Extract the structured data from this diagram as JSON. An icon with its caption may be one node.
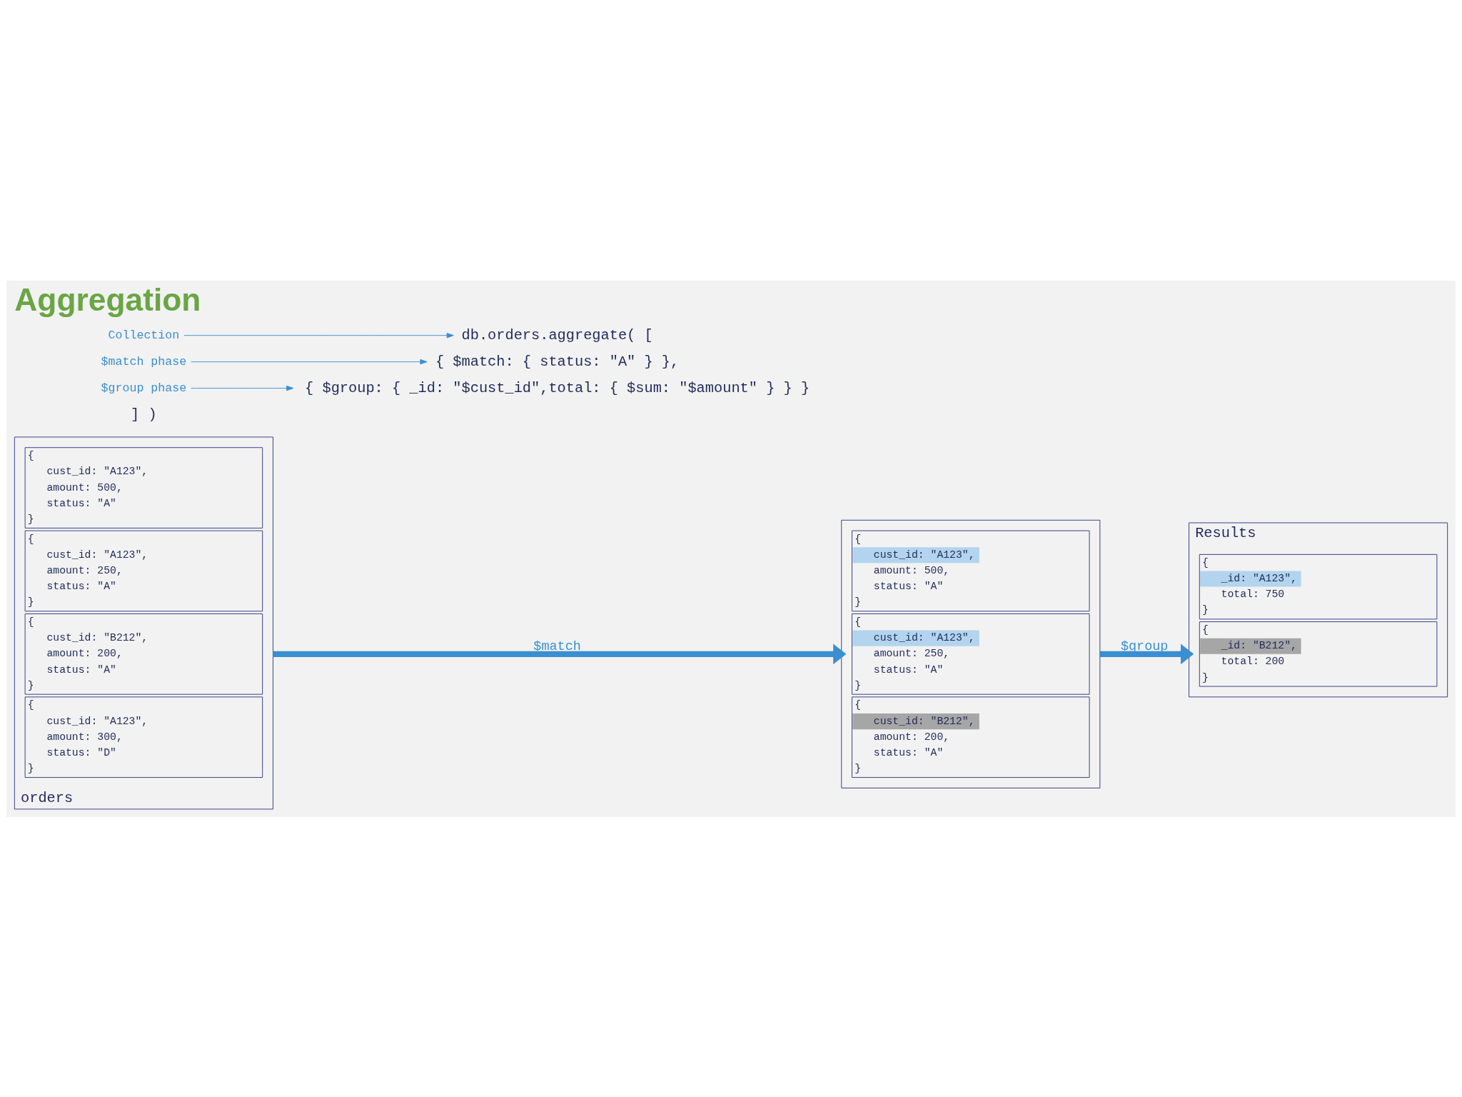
{
  "diagram": {
    "title": "Aggregation",
    "nodes": [
      {
        "text": [
          "Collection"
        ]
      },
      {
        "text": [
          "db.orders.aggregate( ["
        ]
      },
      {
        "text": [
          "$match phase"
        ]
      },
      {
        "text": [
          "{ $match: { status: \"A\" } },"
        ]
      },
      {
        "text": [
          "$group phase"
        ]
      },
      {
        "text": [
          "{ $group: { _id: \"$cust_id\",total: { $sum: \"$amount\" } } }"
        ]
      },
      {
        "text": [],
        "shape": "box",
        "beside": [
          "orders"
        ]
      },
      {
        "text": [
          "{",
          "cust_id: \"A123\",",
          "amount: 500,",
          "status: \"A\"",
          "}"
        ],
        "in": 6
      },
      {
        "text": [
          "{",
          "cust_id: \"A123\",",
          "amount: 250,",
          "status: \"A\"",
          "}"
        ],
        "in": 6
      },
      {
        "text": [
          "{",
          "cust_id: \"B212\",",
          "amount: 200,",
          "status: \"A\"",
          "}"
        ],
        "in": 6
      },
      {
        "text": [
          "{",
          "cust_id: \"A123\",",
          "amount: 300,",
          "status: \"D\"",
          "}"
        ],
        "in": 6
      },
      {
        "text": [],
        "shape": "box"
      },
      {
        "text": [
          "{",
          "cust_id: \"A123\",",
          "amount: 500,",
          "status: \"A\"",
          "}"
        ],
        "in": 11
      },
      {
        "text": [
          "{",
          "cust_id: \"A123\",",
          "amount: 250,",
          "status: \"A\"",
          "}"
        ],
        "in": 11
      },
      {
        "text": [
          "{",
          "cust_id: \"B212\",",
          "amount: 200,",
          "status: \"A\"",
          "}"
        ],
        "in": 11
      },
      {
        "text": [
          "Results"
        ]
      },
      {
        "text": [
          "{",
          "_id: \"A123\",",
          "total: 750",
          "}"
        ],
        "in": 15
      },
      {
        "text": [
          "{",
          "_id: \"B212\",",
          "total: 200",
          "}"
        ],
        "in": 15
      }
    ],
    "edges": [
      {
        "from": 0,
        "to": 1,
        "arrow": "to"
      },
      {
        "from": 2,
        "to": 3,
        "arrow": "to"
      },
      {
        "from": 4,
        "to": 5,
        "arrow": "to"
      },
      {
        "from": 6,
        "to": 11,
        "arrow": "to",
        "label": "$match",
        "style": "thick"
      },
      {
        "from": 11,
        "to": 15,
        "arrow": "to",
        "label": "$group",
        "style": "thick"
      }
    ],
    "labels": [
      "] )"
    ]
  }
}
